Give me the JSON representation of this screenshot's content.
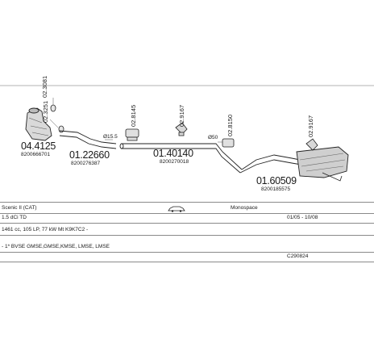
{
  "parts": {
    "cat": {
      "number": "04.4125",
      "ref": "8200666701"
    },
    "gasket_1": {
      "number": "02.3081"
    },
    "gasket_2": {
      "number": "02.3251"
    },
    "front_pipe": {
      "number": "01.22660",
      "ref": "8200276387"
    },
    "pipe_size": {
      "label": "Ø15.5"
    },
    "clamp_1": {
      "number": "02.8145"
    },
    "mount_1": {
      "number": "02.9167"
    },
    "middle_pipe": {
      "number": "01.40140",
      "ref": "8200270018"
    },
    "clamp_size": {
      "label": "Ø50"
    },
    "clamp_2": {
      "number": "02.8150"
    },
    "rear_silencer": {
      "number": "01.60509",
      "ref": "8200185575"
    },
    "mount_2": {
      "number": "02.9167"
    }
  },
  "vehicle": {
    "model": "Scenic II (CAT)",
    "body": "Monospace",
    "engine": "1.5 dCi TD",
    "years": "01/05 - 10/08",
    "specs": "1461 cc, 105 LP, 77 kW Mt K9K7C2 -",
    "codes": "- 1* BVSE GMSE,GMSE,KMSE, LMSE, LMSE",
    "catalogue": "C290824"
  }
}
